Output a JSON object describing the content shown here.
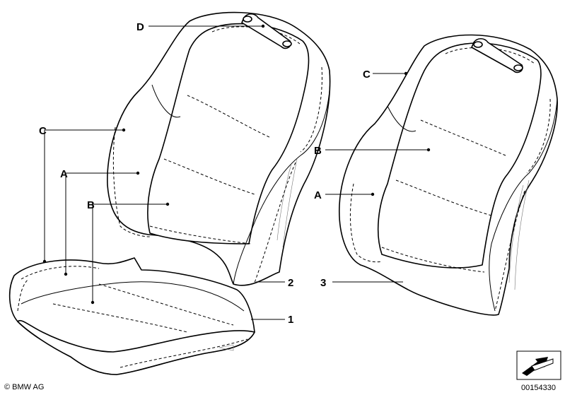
{
  "callouts": {
    "A_left": "A",
    "B_left": "B",
    "C_left": "C",
    "D": "D",
    "C_right": "C",
    "B_right": "B",
    "A_right": "A",
    "n1": "1",
    "n2": "2",
    "n3": "3"
  },
  "footer": {
    "copyright": "© BMW AG",
    "diagram_number": "00154330"
  },
  "icons": [
    "arrow-nav-icon"
  ]
}
